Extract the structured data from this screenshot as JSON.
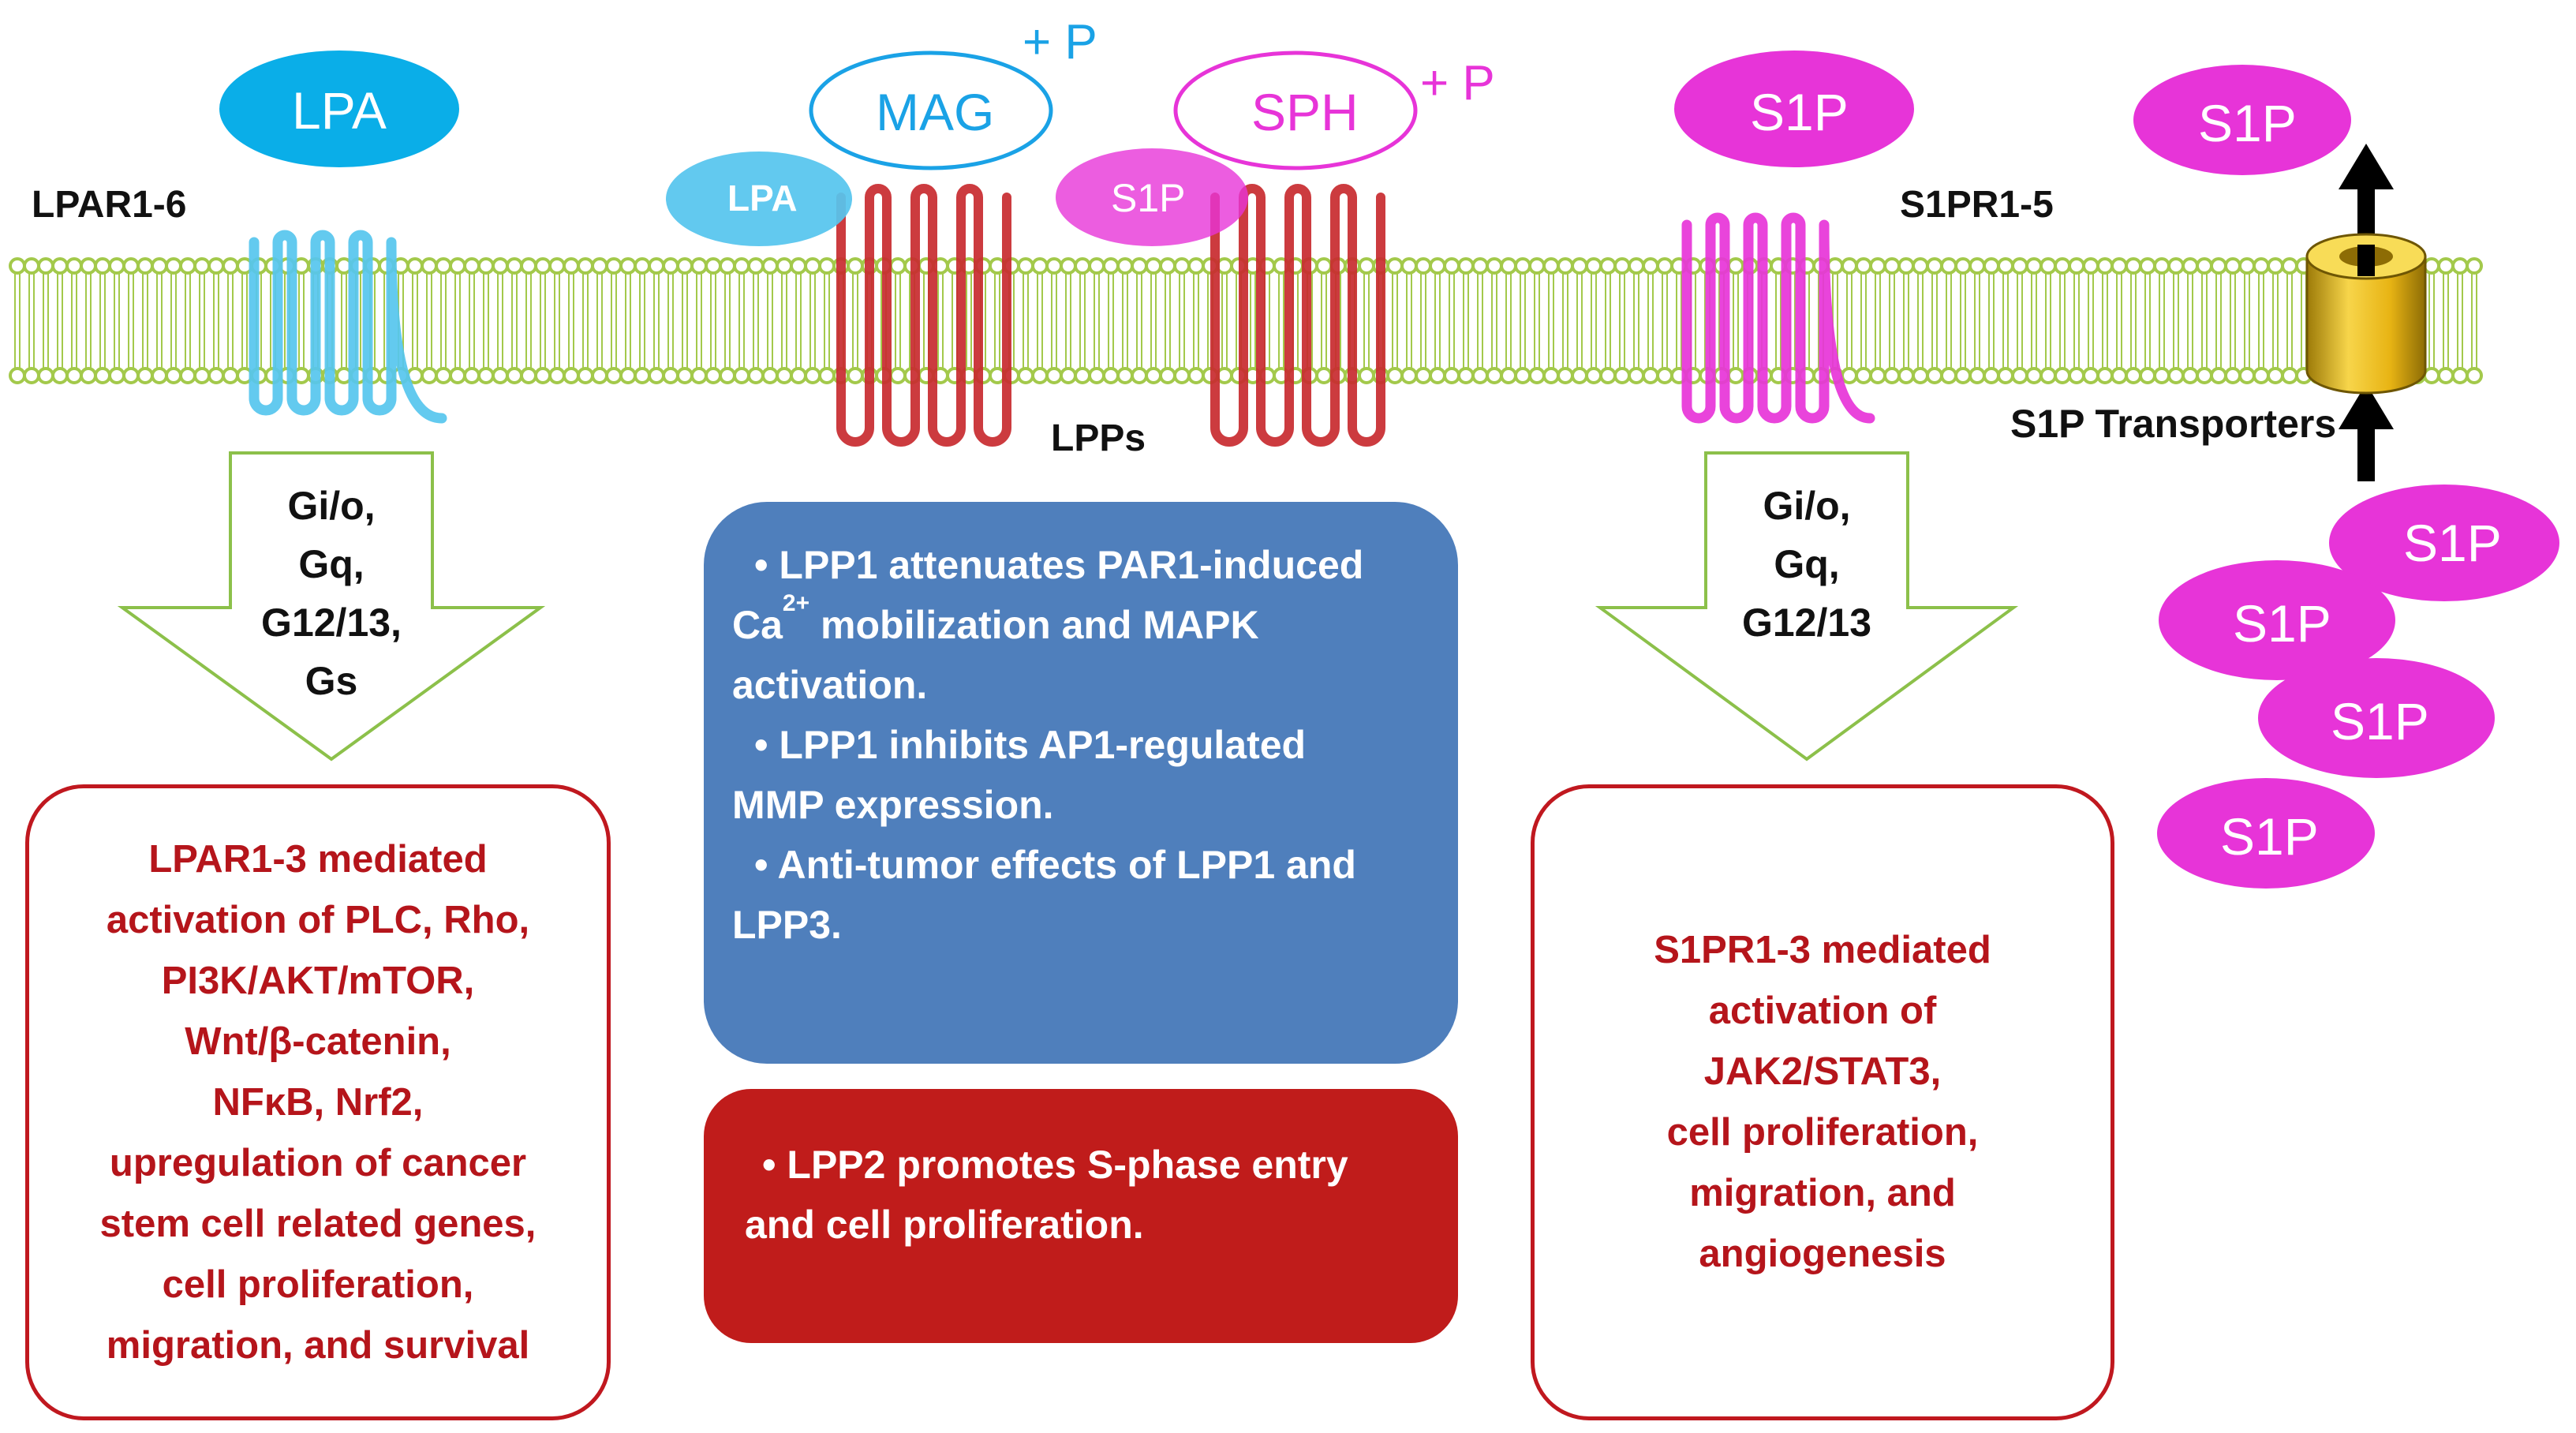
{
  "colors": {
    "lpa_blue": "#0aaee8",
    "lpa_light_blue": "#56c5ee",
    "s1p_magenta": "#e734d8",
    "lpp_red": "#c82a2f",
    "membrane_green": "#a3c94b",
    "arrow_green": "#8cc04a",
    "info_blue": "#4f7fbc",
    "info_red": "#c01c1b",
    "outcome_text": "#b5151b",
    "transporter_gold": "#f2c318"
  },
  "ligands": {
    "lpa_top": "LPA",
    "mag": "MAG",
    "mag_plus": "+ P",
    "sph": "SPH",
    "sph_plus": "+ P",
    "s1p_top": "S1P",
    "lpa_small": "LPA",
    "s1p_small": "S1P",
    "s1p_exported": "S1P",
    "s1p_cluster": [
      "S1P",
      "S1P",
      "S1P",
      "S1P"
    ]
  },
  "labels": {
    "lpar": "LPAR1-6",
    "s1pr": "S1PR1-5",
    "lpps": "LPPs",
    "transporters": "S1P Transporters"
  },
  "gproteins_left": [
    "Gi/o,",
    "Gq,",
    "G12/13,",
    "Gs"
  ],
  "gproteins_right": [
    "Gi/o,",
    "Gq,",
    "G12/13"
  ],
  "lpar_outcome": [
    "LPAR1-3 mediated",
    "activation of PLC, Rho,",
    "PI3K/AKT/mTOR,",
    "Wnt/β-catenin,",
    "NFκB, Nrf2,",
    "upregulation of cancer",
    "stem cell related  genes,",
    "cell proliferation,",
    "migration, and survival"
  ],
  "s1pr_outcome": [
    "S1PR1-3 mediated",
    "activation of",
    "JAK2/STAT3,",
    "cell proliferation,",
    "migration, and",
    "angiogenesis"
  ],
  "lpp_info": {
    "line1": "• LPP1 attenuates  PAR1-induced",
    "line2_pre": "Ca",
    "line2_sup": "2+",
    "line2_post": " mobilization and MAPK",
    "line3": "activation.",
    "line4": "• LPP1 inhibits AP1-regulated",
    "line5": "MMP expression.",
    "line6": "• Anti-tumor effects  of LPP1 and",
    "line7": "LPP3."
  },
  "lpp2_info": [
    "• LPP2 promotes S-phase entry",
    "and cell proliferation."
  ]
}
